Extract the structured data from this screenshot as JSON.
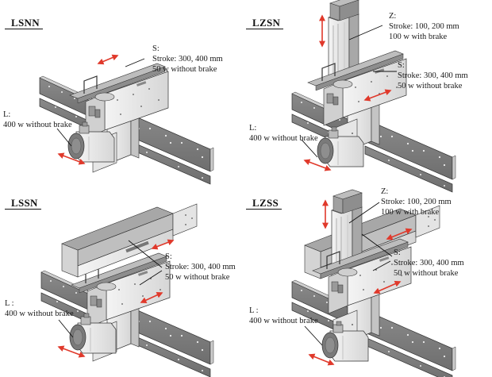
{
  "figure": {
    "arrow_color": "#e0392b",
    "panels": [
      {
        "id": "lsnn",
        "title": "LSNN",
        "axes": [
          {
            "axis": "S",
            "heading": "S:",
            "stroke": "Stroke: 300, 400 mm",
            "motor": "50 w without brake"
          },
          {
            "axis": "L",
            "heading": "L:",
            "motor": "400 w without brake"
          }
        ]
      },
      {
        "id": "lzsn",
        "title": "LZSN",
        "axes": [
          {
            "axis": "Z",
            "heading": "Z:",
            "stroke": "Stroke: 100, 200 mm",
            "motor": "100 w with brake"
          },
          {
            "axis": "S",
            "heading": "S:",
            "stroke": "Stroke: 300, 400 mm",
            "motor": "50 w without brake"
          },
          {
            "axis": "L",
            "heading": "L:",
            "motor": "400 w without brake"
          }
        ]
      },
      {
        "id": "lssn",
        "title": "LSSN",
        "axes": [
          {
            "axis": "S",
            "heading": "S:",
            "stroke": "Stroke: 300, 400 mm",
            "motor": "50 w without brake"
          },
          {
            "axis": "L",
            "heading": "L :",
            "motor": "400 w without brake"
          }
        ]
      },
      {
        "id": "lzss",
        "title": "LZSS",
        "axes": [
          {
            "axis": "Z",
            "heading": "Z:",
            "stroke": "Stroke: 100, 200 mm",
            "motor": "100 w with brake"
          },
          {
            "axis": "S",
            "heading": "S:",
            "stroke": "Stroke: 300, 400 mm",
            "motor": "50 w without brake"
          },
          {
            "axis": "L",
            "heading": "L :",
            "motor": "400 w without brake"
          }
        ]
      }
    ]
  }
}
